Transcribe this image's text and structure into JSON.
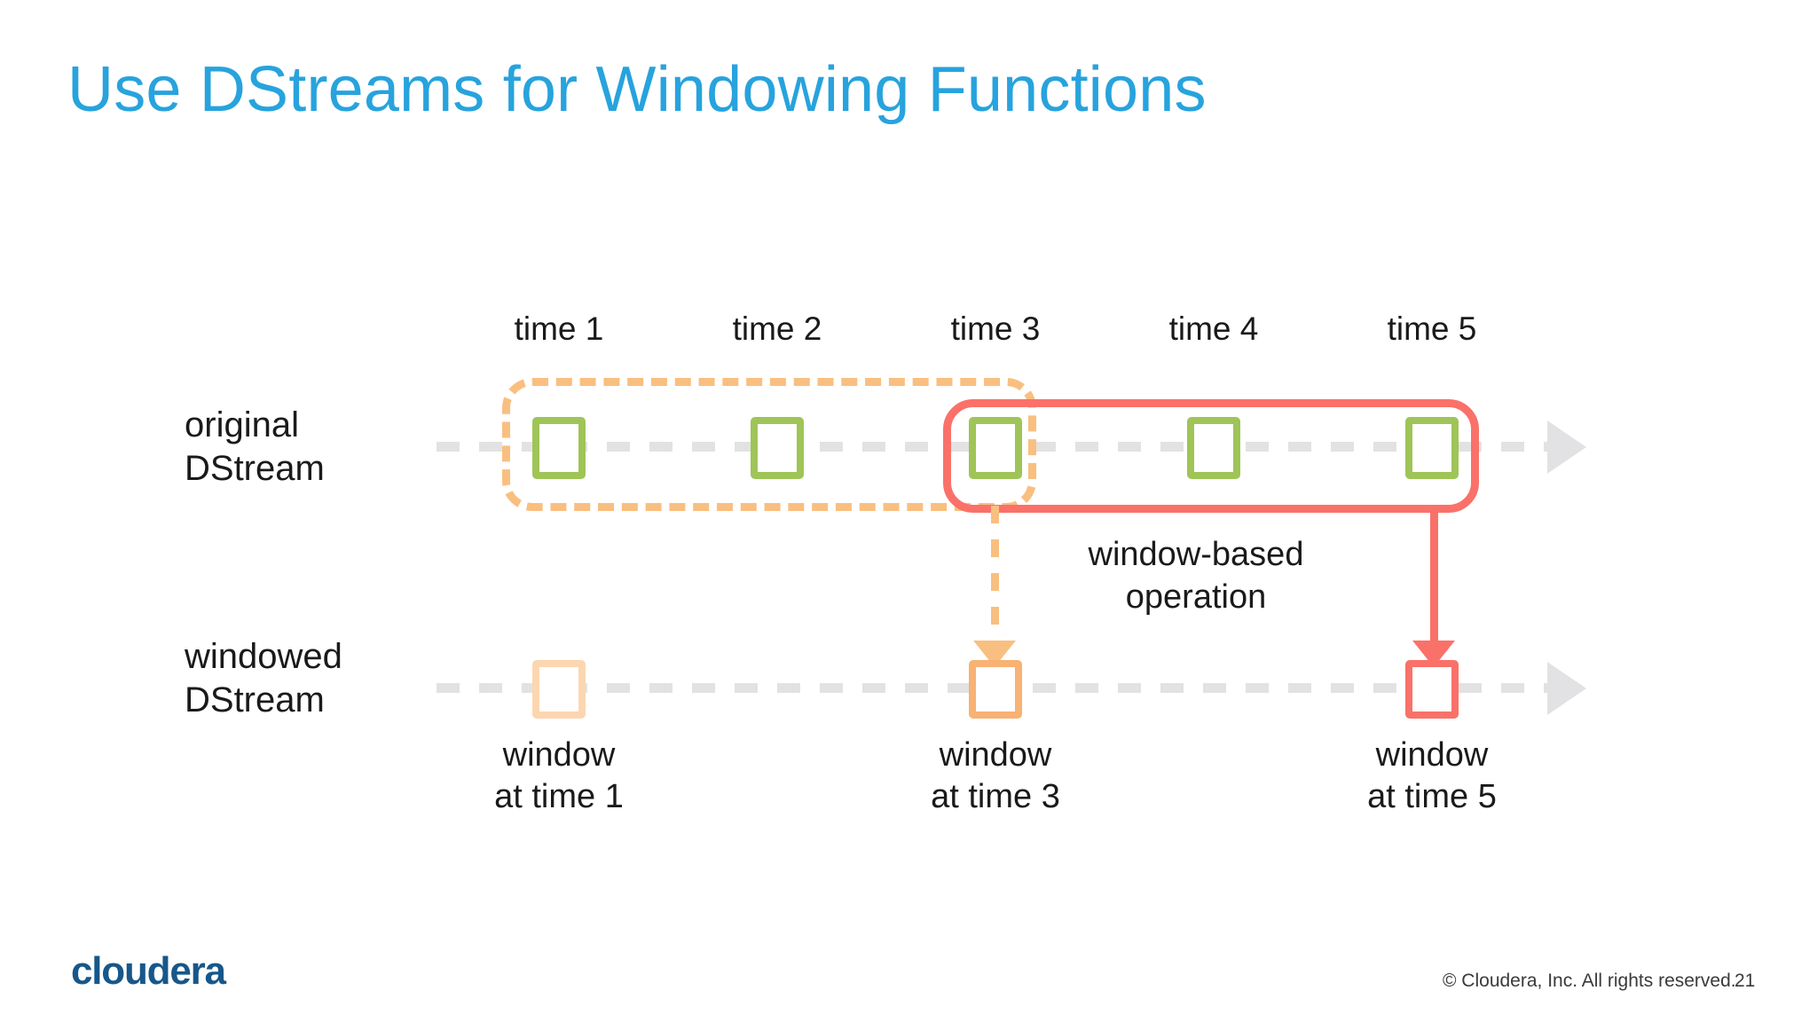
{
  "slide": {
    "title": "Use DStreams for Windowing Functions",
    "title_color": "#27a3dd",
    "background": "#ffffff"
  },
  "diagram": {
    "type": "timeline-windowing",
    "time_labels": [
      "time 1",
      "time 2",
      "time 3",
      "time 4",
      "time 5"
    ],
    "rows": {
      "original": {
        "label_line1": "original",
        "label_line2": "DStream",
        "batch_color": "#9fc457",
        "batch_count": 5
      },
      "windowed": {
        "label_line1": "windowed",
        "label_line2": "DStream",
        "result_count": 3
      }
    },
    "window_rects": [
      {
        "name": "dashed-window",
        "style": "dashed",
        "color": "#f9bf80",
        "spans": [
          "time 1",
          "time 2",
          "time 3"
        ]
      },
      {
        "name": "solid-window",
        "style": "solid",
        "color": "#fa7169",
        "spans": [
          "time 3",
          "time 4",
          "time 5"
        ]
      }
    ],
    "operation_caption_line1": "window-based",
    "operation_caption_line2": "operation",
    "window_captions": [
      {
        "line1": "window",
        "line2": "at time 1",
        "color": "#fcd6b0"
      },
      {
        "line1": "window",
        "line2": "at time 3",
        "color": "#f7b274"
      },
      {
        "line1": "window",
        "line2": "at time 5",
        "color": "#fa7169"
      }
    ],
    "timeline_color": "#e2e2e4"
  },
  "footer": {
    "logo": "cloudera",
    "logo_color": "#17578a",
    "copyright": "© Cloudera, Inc. All rights reserved.",
    "page_number": "21"
  }
}
